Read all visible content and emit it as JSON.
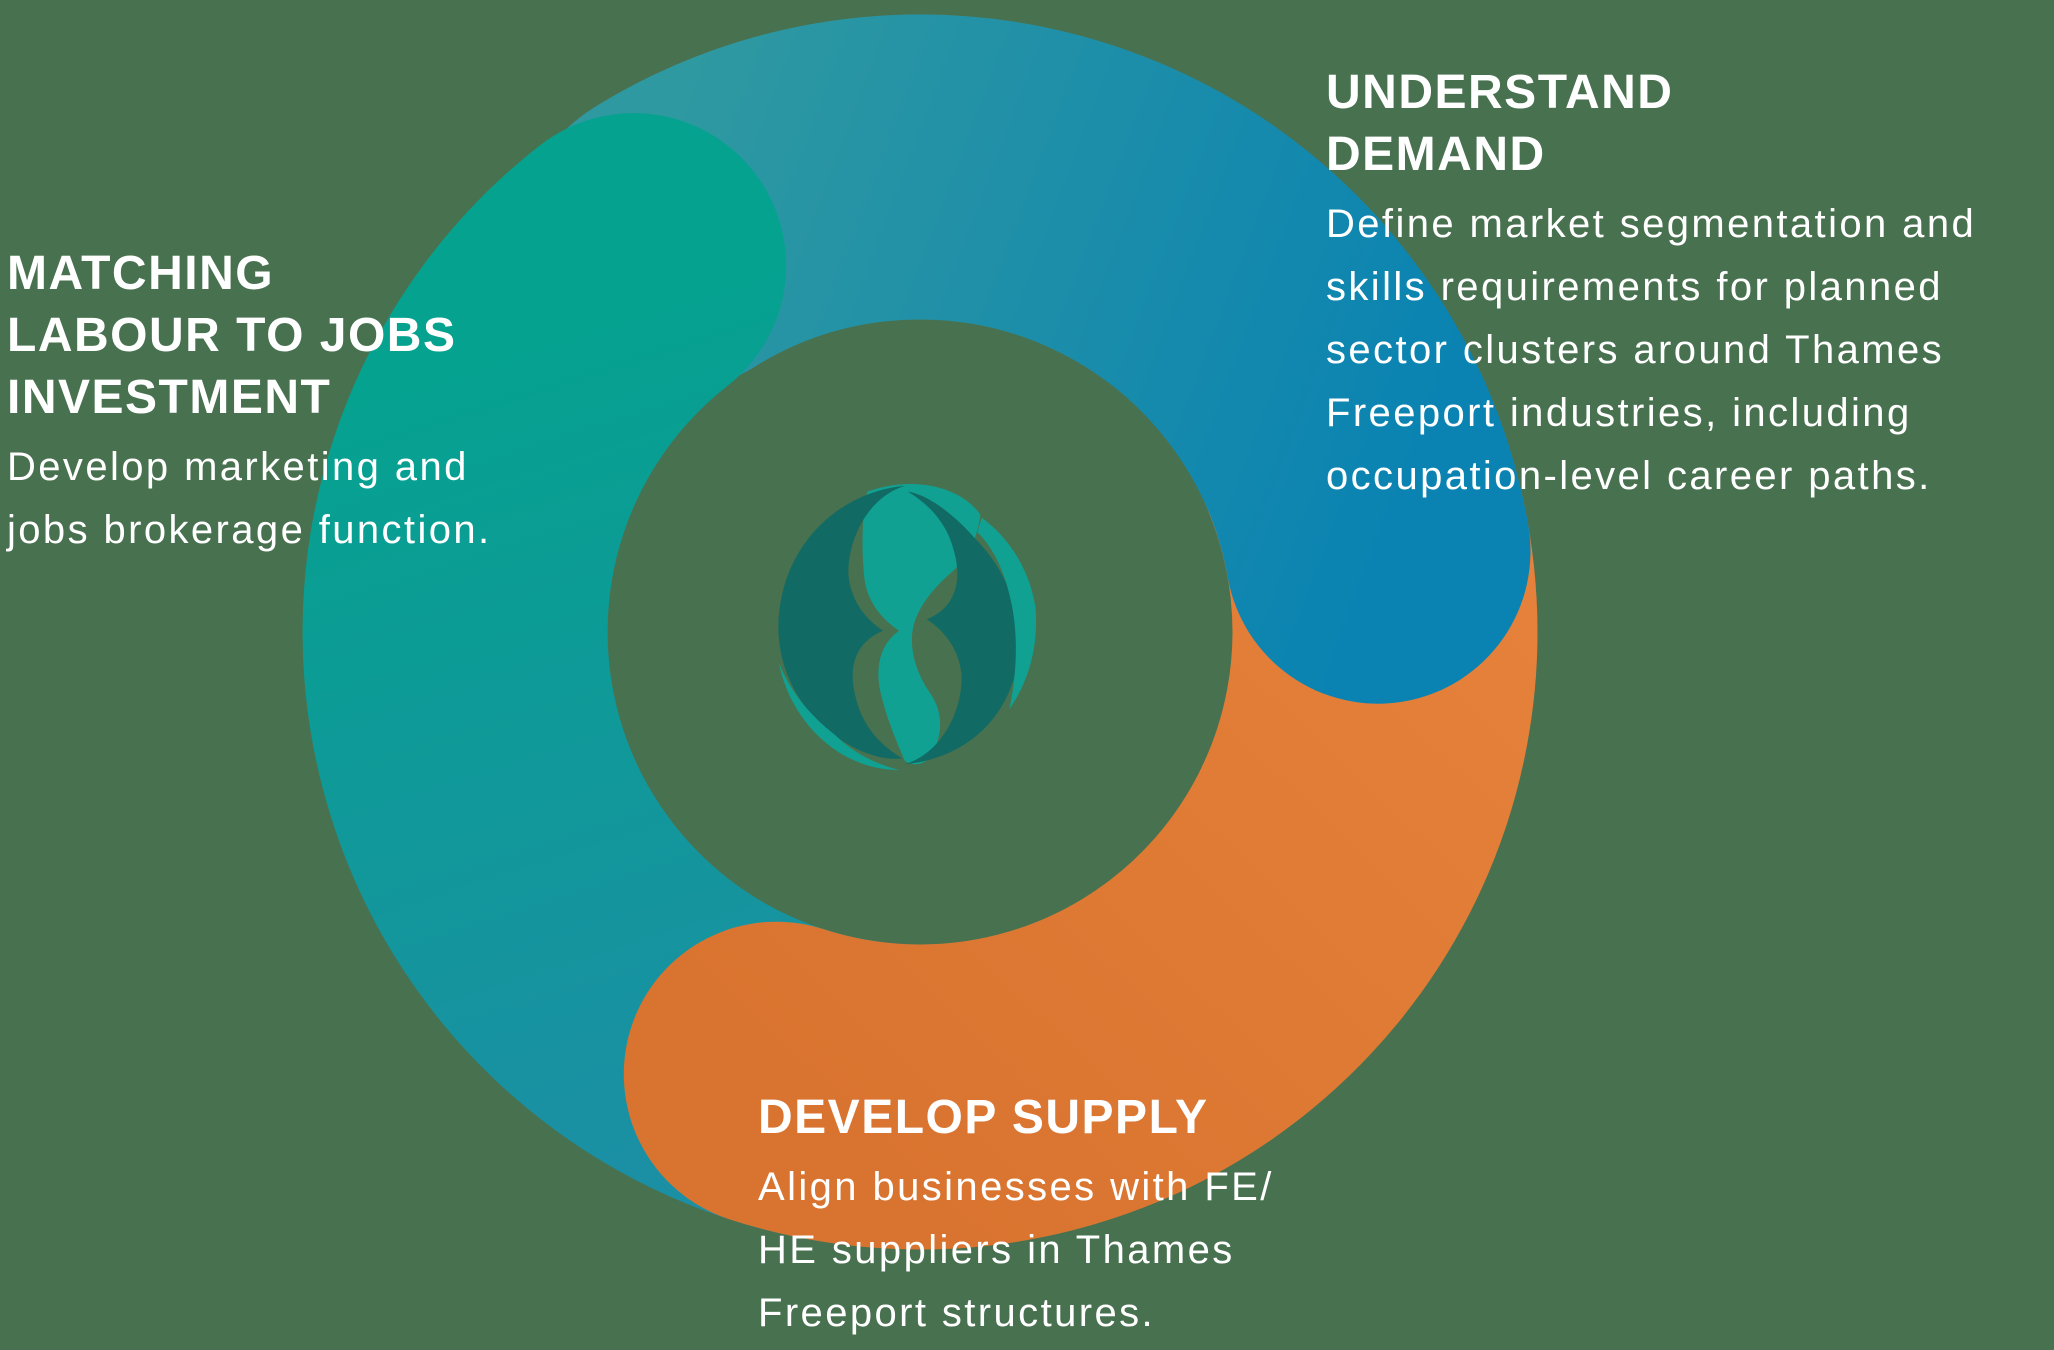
{
  "background_color": "#48714f",
  "text_color": "#ffffff",
  "colors": {
    "blue_arc_start": "#2f99a1",
    "blue_arc_end": "#0a83b2",
    "teal_arc_start": "#05a28f",
    "teal_arc_end": "#1b8fa4",
    "orange_arc_start": "#e5813a",
    "orange_arc_end": "#d97430",
    "logo_light_teal": "#11a192",
    "logo_dark_teal": "#116b64"
  },
  "sections": {
    "demand": {
      "title_lines": [
        "UNDERSTAND",
        "DEMAND"
      ],
      "body_lines": [
        "Define market segmentation and",
        "skills requirements for planned",
        "sector clusters around Thames",
        "Freeport industries, including",
        "occupation-level career paths."
      ]
    },
    "matching": {
      "title_lines": [
        "MATCHING",
        "LABOUR TO JOBS",
        "INVESTMENT"
      ],
      "body_lines": [
        "Develop marketing and",
        "jobs brokerage function."
      ]
    },
    "supply": {
      "title_lines": [
        "DEVELOP SUPPLY"
      ],
      "body_lines": [
        "Align businesses with FE/",
        "HE suppliers in Thames",
        "Freeport structures."
      ]
    }
  },
  "logo": {
    "name": "thames-freeport-swirl-logo"
  }
}
